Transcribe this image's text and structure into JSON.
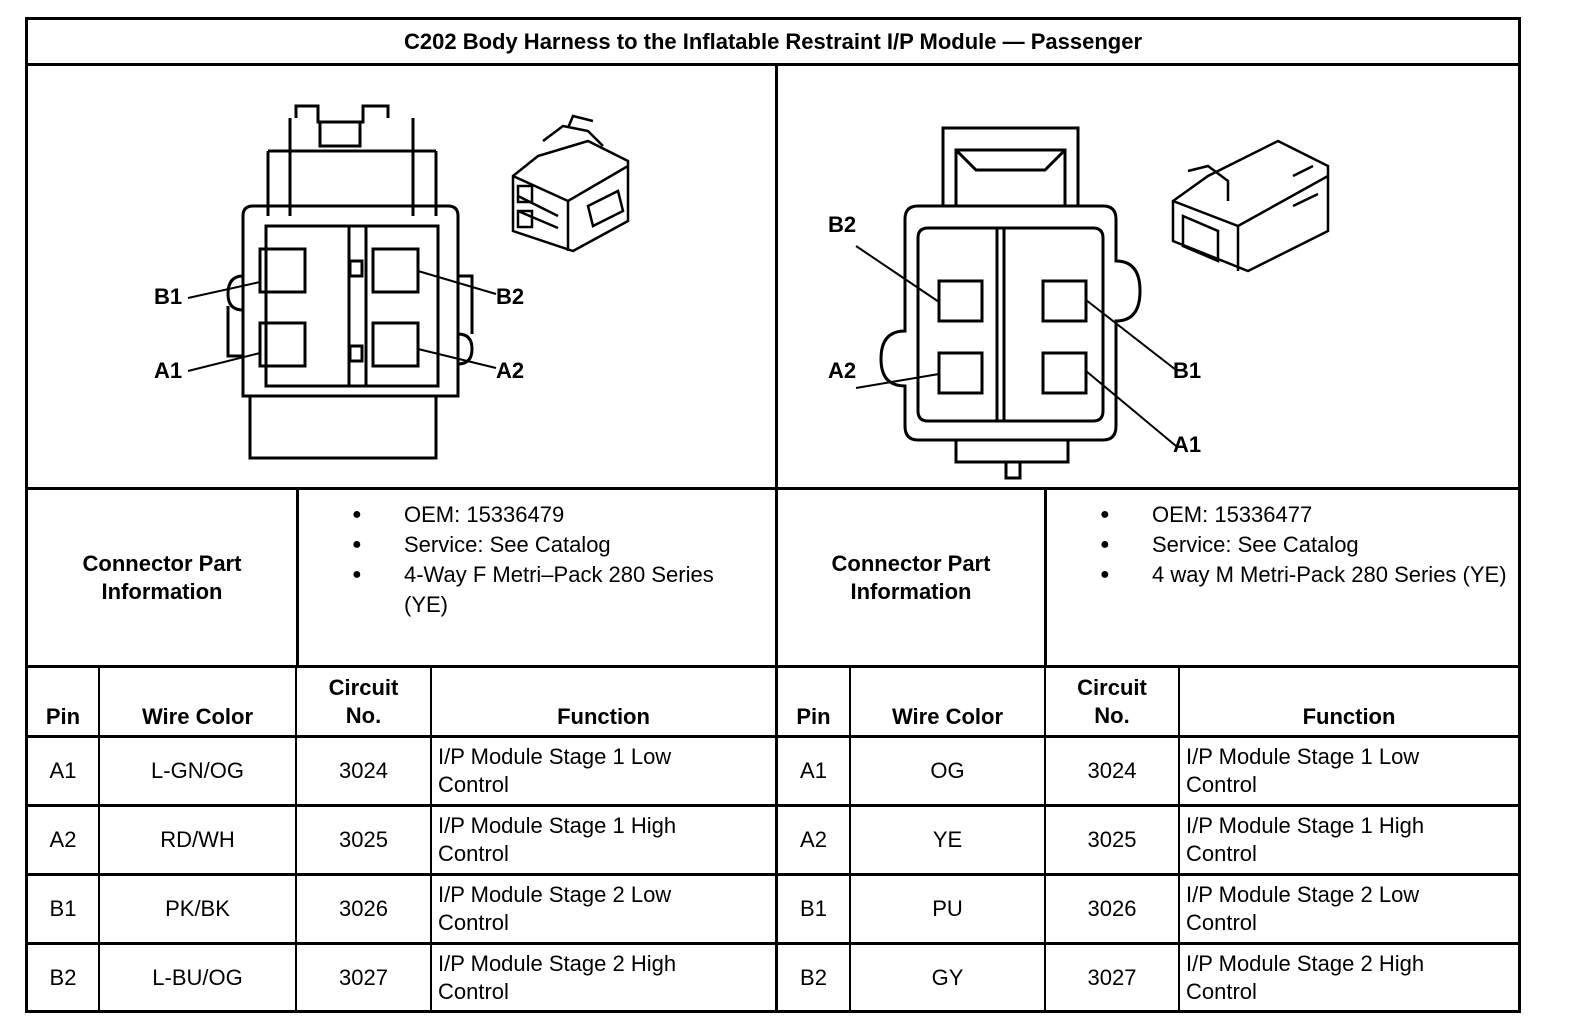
{
  "title": "C202 Body Harness to the Inflatable Restraint I/P Module — Passenger",
  "left": {
    "pin_labels": {
      "b1": "B1",
      "b2": "B2",
      "a1": "A1",
      "a2": "A2"
    },
    "cpi_label": "Connector Part Information",
    "info": [
      "OEM: 15336479",
      "Service: See Catalog",
      "4-Way F Metri–Pack 280 Series (YE)"
    ],
    "headers": {
      "pin": "Pin",
      "wire": "Wire Color",
      "circuit": "Circuit No.",
      "function": "Function"
    },
    "rows": [
      {
        "pin": "A1",
        "wire": "L-GN/OG",
        "circuit": "3024",
        "function": "I/P Module Stage 1 Low Control"
      },
      {
        "pin": "A2",
        "wire": "RD/WH",
        "circuit": "3025",
        "function": "I/P Module Stage 1 High Control"
      },
      {
        "pin": "B1",
        "wire": "PK/BK",
        "circuit": "3026",
        "function": "I/P Module Stage 2 Low Control"
      },
      {
        "pin": "B2",
        "wire": "L-BU/OG",
        "circuit": "3027",
        "function": "I/P Module Stage 2 High Control"
      }
    ]
  },
  "right": {
    "pin_labels": {
      "b2": "B2",
      "a2": "A2",
      "b1": "B1",
      "a1": "A1"
    },
    "cpi_label": "Connector Part Information",
    "info": [
      "OEM: 15336477",
      "Service: See Catalog",
      "4 way M Metri-Pack 280 Series (YE)"
    ],
    "headers": {
      "pin": "Pin",
      "wire": "Wire Color",
      "circuit": "Circuit No.",
      "function": "Function"
    },
    "rows": [
      {
        "pin": "A1",
        "wire": "OG",
        "circuit": "3024",
        "function": "I/P Module Stage 1 Low Control"
      },
      {
        "pin": "A2",
        "wire": "YE",
        "circuit": "3025",
        "function": "I/P Module Stage 1 High Control"
      },
      {
        "pin": "B1",
        "wire": "PU",
        "circuit": "3026",
        "function": "I/P Module Stage 2 Low Control"
      },
      {
        "pin": "B2",
        "wire": "GY",
        "circuit": "3027",
        "function": "I/P Module Stage 2 High Control"
      }
    ]
  }
}
